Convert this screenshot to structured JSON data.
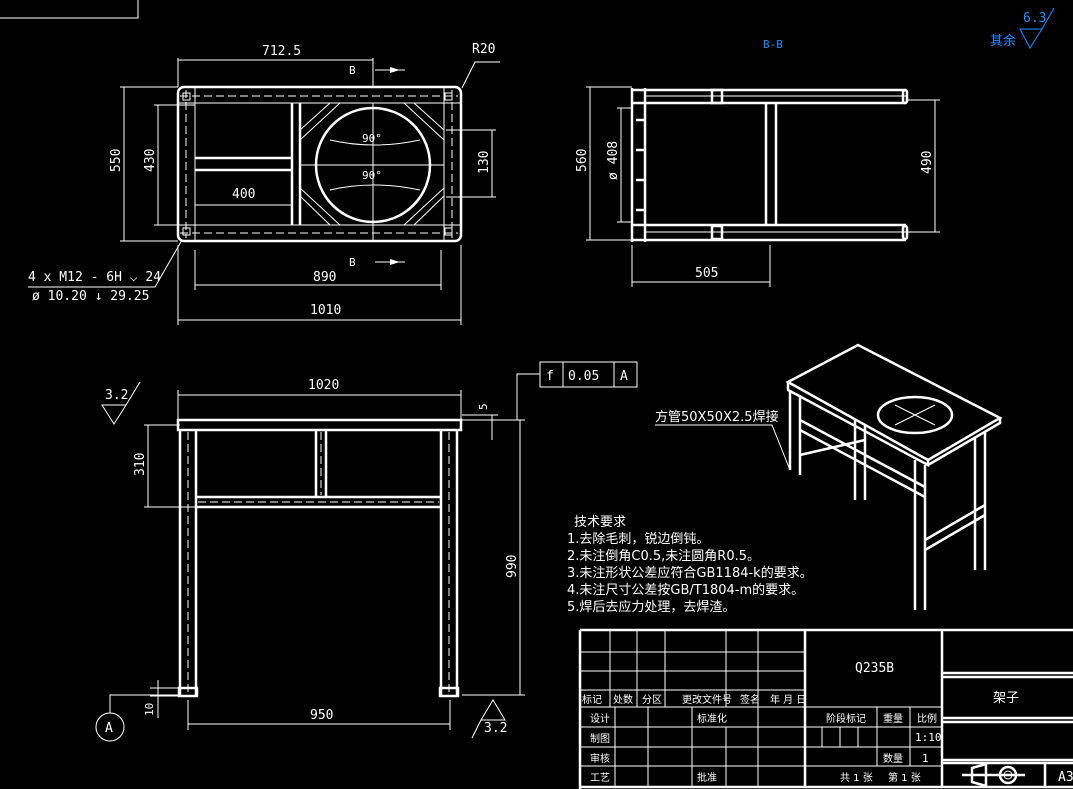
{
  "colors": {
    "background": "#000000",
    "lines": "#ffffff",
    "annotation": "#1e8fff"
  },
  "section_label": "B-B",
  "roughness_other": {
    "label": "其余",
    "value": "6.3"
  },
  "top_view": {
    "dims": {
      "w712": "712.5",
      "r20": "R20",
      "d550": "550",
      "d430": "430",
      "d400": "400",
      "d130": "130",
      "d890": "890",
      "d1010": "1010",
      "angle1": "90°",
      "angle2": "90°"
    },
    "section_marks": [
      "B",
      "B"
    ],
    "hole_note": {
      "line1": "4 x  M12 - 6H ⌵ 24",
      "line2": "ø  10.20 ↓ 29.25"
    }
  },
  "side_view": {
    "dims": {
      "d560": "560",
      "d408": "ø 408",
      "d490": "490",
      "d505": "505"
    }
  },
  "front_view": {
    "dims": {
      "d1020": "1020",
      "d5": "5",
      "d310": "310",
      "d990": "990",
      "d950": "950",
      "d10": "10"
    },
    "roughness": [
      "3.2",
      "3.2"
    ],
    "datum": "A",
    "tolerance_frame": {
      "symbol": "f",
      "value": "0.05",
      "datum": "A"
    }
  },
  "iso_view": {
    "label": "方管50X50X2.5焊接"
  },
  "tech_requirements": {
    "title": "技术要求",
    "items": [
      "1.去除毛刺，锐边倒钝。",
      "2.未注倒角C0.5,未注圆角R0.5。",
      "3.未注形状公差应符合GB1184-k的要求。",
      "4.未注尺寸公差按GB/T1804-m的要求。",
      "5.焊后去应力处理，去焊渣。"
    ]
  },
  "title_block": {
    "material": "Q235B",
    "part_name": "架子",
    "header": [
      "标记",
      "处数",
      "分区",
      "更改文件号",
      "签名",
      "年 月 日"
    ],
    "roles": [
      "设计",
      "制图",
      "审核",
      "工艺"
    ],
    "standardization": "标准化",
    "approval": "批准",
    "stage_mark": "阶段标记",
    "weight": "重量",
    "scale_label": "比例",
    "scale": "1:10",
    "quantity_label": "数量",
    "quantity": "1",
    "sheets_total": "共 1 张",
    "sheet_no": "第 1 张",
    "sheet_size": "A3"
  }
}
